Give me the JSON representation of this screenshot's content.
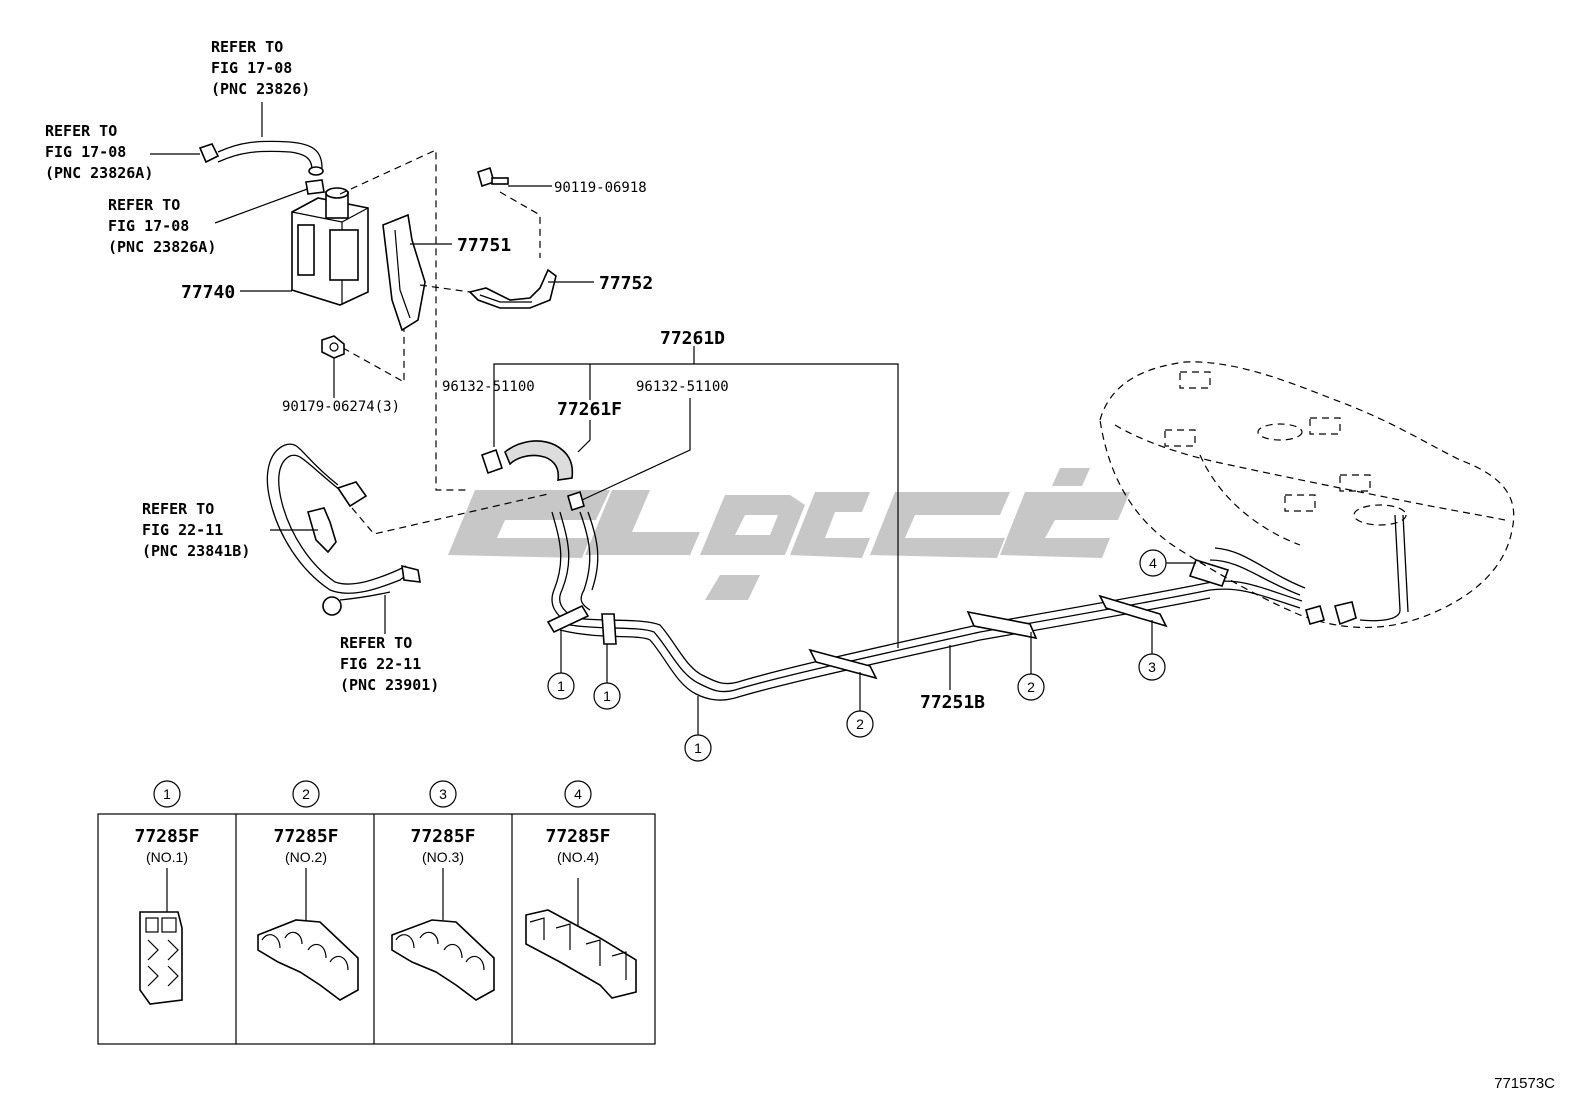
{
  "refer_labels": {
    "top": [
      "REFER TO",
      "FIG 17-08",
      "(PNC 23826)"
    ],
    "left_upper": [
      "REFER TO",
      "FIG 17-08",
      "(PNC 23826A)"
    ],
    "left_mid": [
      "REFER TO",
      "FIG 17-08",
      "(PNC 23826A)"
    ],
    "hose_upper": [
      "REFER TO",
      "FIG 22-11",
      "(PNC 23841B)"
    ],
    "hose_lower": [
      "REFER TO",
      "FIG 22-11",
      "(PNC 23901)"
    ]
  },
  "part_numbers": {
    "canister": "77740",
    "bracket_751": "77751",
    "bracket_752": "77752",
    "bolt": "90119-06918",
    "nut": "90179-06274(3)",
    "clip_left": "96132-51100",
    "clip_right": "96132-51100",
    "tube_d": "77261D",
    "hose_f": "77261F",
    "tube_b": "77251B"
  },
  "callouts": {
    "c1a": "1",
    "c1b": "1",
    "c1c": "1",
    "c2a": "2",
    "c2b": "2",
    "c3": "3",
    "c4": "4"
  },
  "clamp_table": [
    {
      "index": "1",
      "part": "77285F",
      "sub": "(NO.1)"
    },
    {
      "index": "2",
      "part": "77285F",
      "sub": "(NO.2)"
    },
    {
      "index": "3",
      "part": "77285F",
      "sub": "(NO.3)"
    },
    {
      "index": "4",
      "part": "77285F",
      "sub": "(NO.4)"
    }
  ],
  "figure_id": "771573C"
}
